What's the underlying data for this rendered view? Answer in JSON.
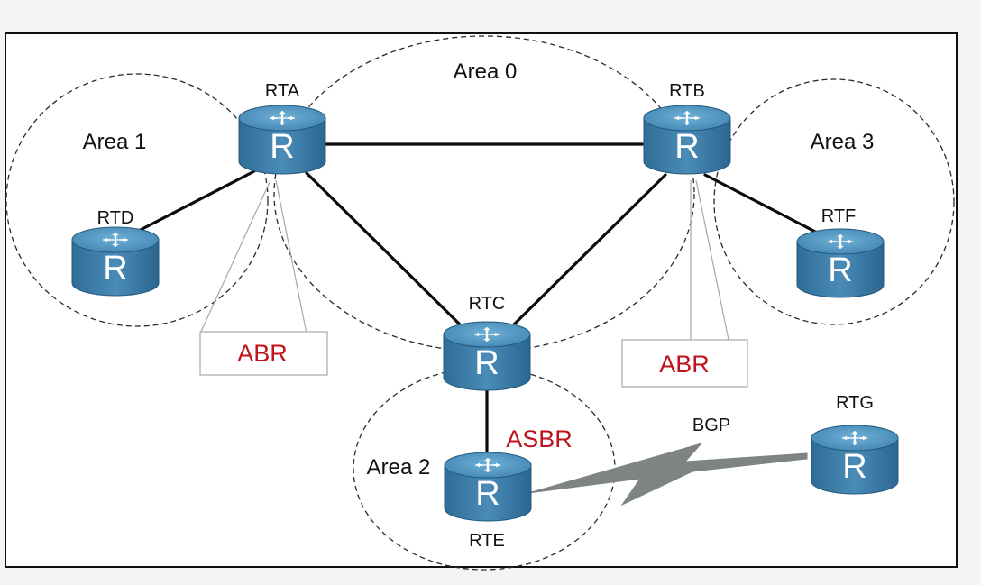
{
  "diagram": {
    "areas": [
      {
        "id": "area0",
        "label": "Area 0"
      },
      {
        "id": "area1",
        "label": "Area 1"
      },
      {
        "id": "area2",
        "label": "Area 2"
      },
      {
        "id": "area3",
        "label": "Area 3"
      }
    ],
    "routers": [
      {
        "id": "rta",
        "label": "RTA",
        "glyph": "R",
        "icon": "router-icon"
      },
      {
        "id": "rtb",
        "label": "RTB",
        "glyph": "R",
        "icon": "router-icon"
      },
      {
        "id": "rtc",
        "label": "RTC",
        "glyph": "R",
        "icon": "router-icon"
      },
      {
        "id": "rtd",
        "label": "RTD",
        "glyph": "R",
        "icon": "router-icon"
      },
      {
        "id": "rte",
        "label": "RTE",
        "glyph": "R",
        "icon": "router-icon"
      },
      {
        "id": "rtf",
        "label": "RTF",
        "glyph": "R",
        "icon": "router-icon"
      },
      {
        "id": "rtg",
        "label": "RTG",
        "glyph": "R",
        "icon": "router-icon"
      }
    ],
    "links": [
      {
        "from": "rta",
        "to": "rtb",
        "type": "ospf"
      },
      {
        "from": "rta",
        "to": "rtc",
        "type": "ospf"
      },
      {
        "from": "rtb",
        "to": "rtc",
        "type": "ospf"
      },
      {
        "from": "rta",
        "to": "rtd",
        "type": "ospf"
      },
      {
        "from": "rtb",
        "to": "rtf",
        "type": "ospf"
      },
      {
        "from": "rtc",
        "to": "rte",
        "type": "ospf"
      },
      {
        "from": "rte",
        "to": "rtg",
        "type": "bgp"
      }
    ],
    "callouts": {
      "abr_left": "ABR",
      "abr_right": "ABR",
      "asbr": "ASBR",
      "bgp": "BGP"
    },
    "colors": {
      "router_body": "#3c7fa8",
      "router_top": "#5a9cc4",
      "router_dark": "#2d6a92",
      "role_text": "#c0121c",
      "link": "#0a0a0a",
      "bgp_link": "#7d8483",
      "area_border": "#2a2a2a",
      "frame": "#111111",
      "callout_border": "#a8a8a8"
    }
  }
}
